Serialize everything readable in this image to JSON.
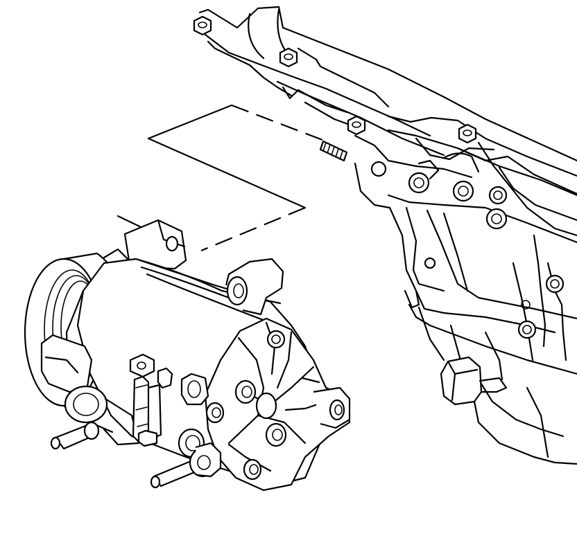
{
  "figure": {
    "kind": "line-art exploded view",
    "stroke_color": "#000000",
    "background_color": "#ffffff",
    "components": [
      "engine-block",
      "ac-compressor",
      "mounting-bolt",
      "alignment-guide"
    ]
  }
}
